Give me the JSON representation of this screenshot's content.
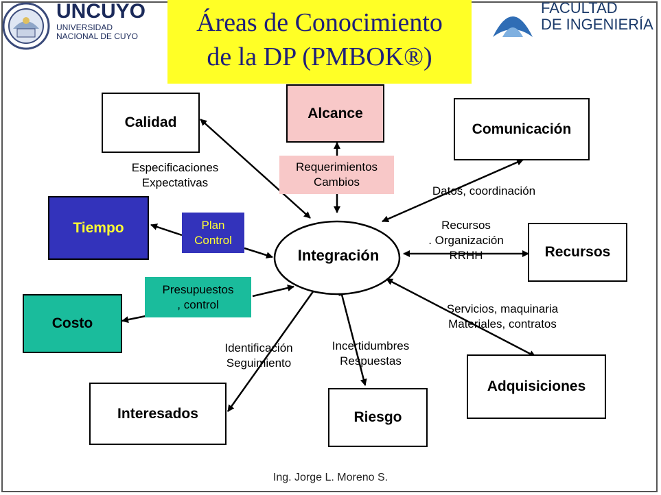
{
  "header": {
    "title_line1": "Áreas de Conocimiento",
    "title_line2": "de la DP (PMBOK®)",
    "left_logo_name": "UNCUYO",
    "left_logo_sub1": "UNIVERSIDAD",
    "left_logo_sub2": "NACIONAL DE CUYO",
    "right_logo_line1": "FACULTAD",
    "right_logo_line2": "DE INGENIERÍA"
  },
  "diagram": {
    "center": "Integración",
    "areas": {
      "alcance": "Alcance",
      "calidad": "Calidad",
      "comunicacion": "Comunicación",
      "tiempo": "Tiempo",
      "recursos": "Recursos",
      "costo": "Costo",
      "adquisiciones": "Adquisiciones",
      "interesados": "Interesados",
      "riesgo": "Riesgo"
    },
    "labels": {
      "calidad_1": "Especificaciones",
      "calidad_2": "Expectativas",
      "alcance_1": "Requerimientos",
      "alcance_2": "Cambios",
      "comunicacion_1": "Datos, coordinación",
      "tiempo_1": "Plan",
      "tiempo_2": "Control",
      "recursos_1": "Recursos",
      "recursos_2": ". Organización",
      "recursos_3": "RRHH",
      "costo_1": "Presupuestos",
      "costo_2": ", control",
      "adquisiciones_1": "Servicios, maquinaria",
      "adquisiciones_2": "Materiales, contratos",
      "interesados_1": "Identificación",
      "interesados_2": "Seguimiento",
      "riesgo_1": "Incertidumbres",
      "riesgo_2": "Respuestas"
    },
    "colors": {
      "alcance_fill": "#f8c8c8",
      "tiempo_fill": "#3333bb",
      "tiempo_text": "#ffff33",
      "costo_fill": "#1abc9c",
      "title_fill": "#ffff26"
    }
  },
  "footer": {
    "author": "Ing. Jorge L. Moreno S."
  }
}
